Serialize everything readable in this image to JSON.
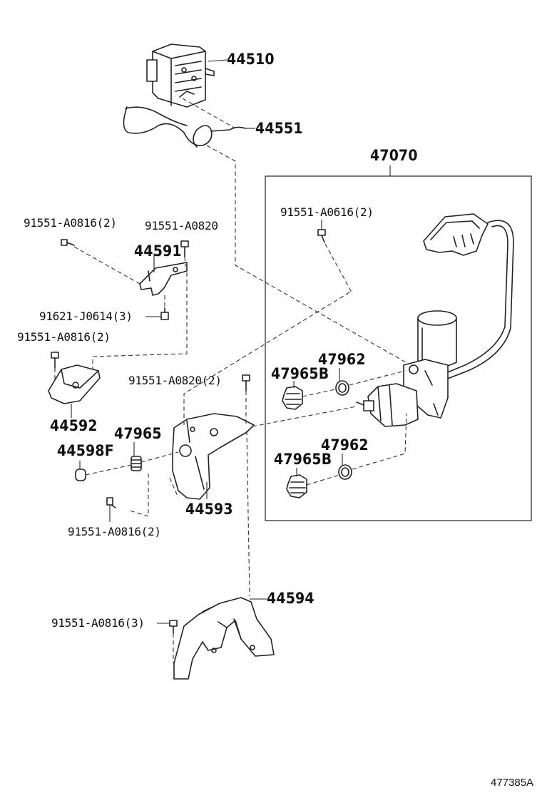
{
  "parts": {
    "abs_actuator": "44510",
    "wire_harness": "44551",
    "pump_assembly": "47070",
    "bracket_a": "44591",
    "bracket_b": "44592",
    "bracket_c": "44593",
    "bracket_d": "44594",
    "cushion": "44598F",
    "grommet": "47965",
    "grommet_b_upper": "47965B",
    "grommet_b_lower": "47965B",
    "ring_upper": "47962",
    "ring_lower": "47962"
  },
  "bolts": {
    "b1": "91551-A0816(2)",
    "b2": "91551-A0820",
    "b3": "91621-J0614(3)",
    "b4": "91551-A0816(2)",
    "b5": "91551-A0820(2)",
    "b6": "91551-A0816(2)",
    "b7": "91551-A0816(3)",
    "b8": "91551-A0616(2)"
  },
  "reference": "477385A"
}
